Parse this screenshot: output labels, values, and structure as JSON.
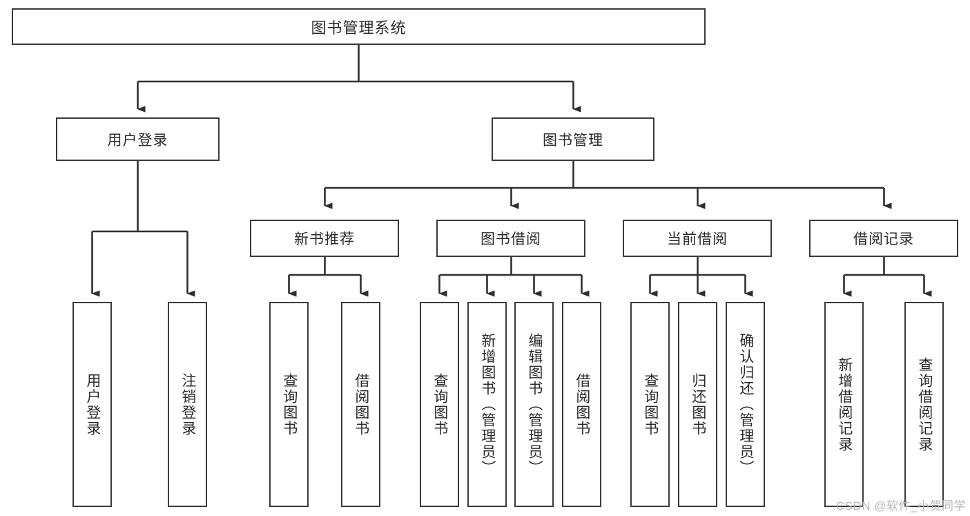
{
  "diagram": {
    "title": "图书管理系统",
    "watermark": "CSDN @软件_小贺同学",
    "line_color": "#2f2f2f",
    "box_border_color": "#3a3a3a",
    "box_fill_color": "#ffffff",
    "text_color": "#2b2b2b",
    "background_color": "#ffffff"
  },
  "nodes": {
    "root": {
      "label": "图书管理系统"
    },
    "level2": [
      {
        "label": "用户登录"
      },
      {
        "label": "图书管理"
      }
    ],
    "level3": [
      {
        "label": "新书推荐"
      },
      {
        "label": "图书借阅"
      },
      {
        "label": "当前借阅"
      },
      {
        "label": "借阅记录"
      }
    ],
    "leaves": {
      "user_login": [
        {
          "label": "用户登录"
        },
        {
          "label": "注销登录"
        }
      ],
      "new_book": [
        {
          "label": "查询图书"
        },
        {
          "label": "借阅图书"
        }
      ],
      "book_borrow": [
        {
          "label": "查询图书"
        },
        {
          "label": "新增图书（管理员）"
        },
        {
          "label": "编辑图书（管理员）"
        },
        {
          "label": "借阅图书"
        }
      ],
      "current_borrow": [
        {
          "label": "查询图书"
        },
        {
          "label": "归还图书"
        },
        {
          "label": "确认归还（管理员）"
        }
      ],
      "borrow_record": [
        {
          "label": "新增借阅记录"
        },
        {
          "label": "查询借阅记录"
        }
      ]
    }
  }
}
